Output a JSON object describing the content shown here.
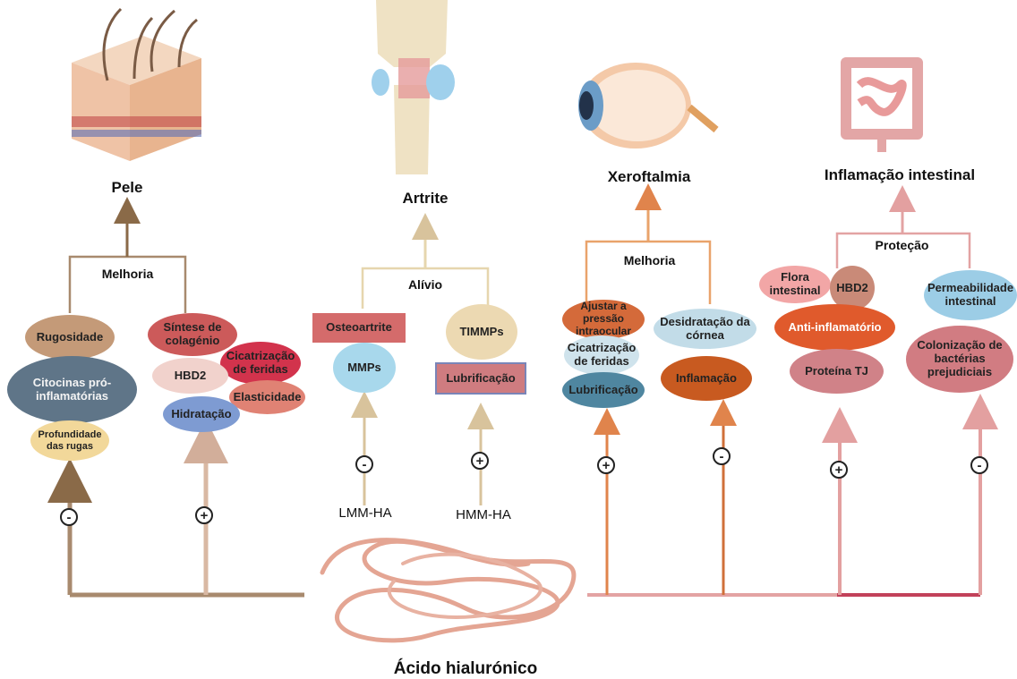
{
  "hyaluronic_acid": "Ácido hialurónico",
  "skin": {
    "title": "Pele",
    "branch_label": "Melhoria",
    "left_nodes": [
      "Rugosidade",
      "Citocinas pró-inflamatórias",
      "Profundidade das rugas"
    ],
    "right_nodes": [
      "Síntese de colagénio",
      "Cicatrização de feridas",
      "HBD2",
      "Elasticidade",
      "Hidratação"
    ],
    "signs": [
      "-",
      "+"
    ]
  },
  "arthritis": {
    "title": "Artrite",
    "branch_label": "Alívio",
    "left_nodes": [
      "Osteoartrite",
      "MMPs"
    ],
    "right_nodes": [
      "TIMMPs",
      "Lubrificação"
    ],
    "signs": [
      "-",
      "+"
    ],
    "inputs": [
      "LMM-HA",
      "HMM-HA"
    ]
  },
  "eye": {
    "title": "Xeroftalmia",
    "branch_label": "Melhoria",
    "left_nodes": [
      "Ajustar a pressão intraocular",
      "Cicatrização de feridas",
      "Lubrificação"
    ],
    "right_nodes": [
      "Desidratação da córnea",
      "Inflamação"
    ],
    "signs": [
      "+",
      "-"
    ]
  },
  "intestine": {
    "title": "Inflamação intestinal",
    "branch_label": "Proteção",
    "left_nodes": [
      "Flora intestinal",
      "HBD2",
      "Anti-inflamatório",
      "Proteína TJ"
    ],
    "right_nodes": [
      "Permeabilidade intestinal",
      "Colonização de bactérias prejudiciais"
    ],
    "signs": [
      "+",
      "-"
    ]
  },
  "colors": {
    "skin_line": "#a88a6e",
    "skin_light": "#d9b8a3",
    "arthritis_line": "#e6d6ae",
    "arthritis_arrow": "#d8c39c",
    "eye_line": "#e9a36b",
    "eye_arrow": "#e0844c",
    "intestine_line": "#e3a3a3",
    "intestine_dark": "#c2415a"
  }
}
